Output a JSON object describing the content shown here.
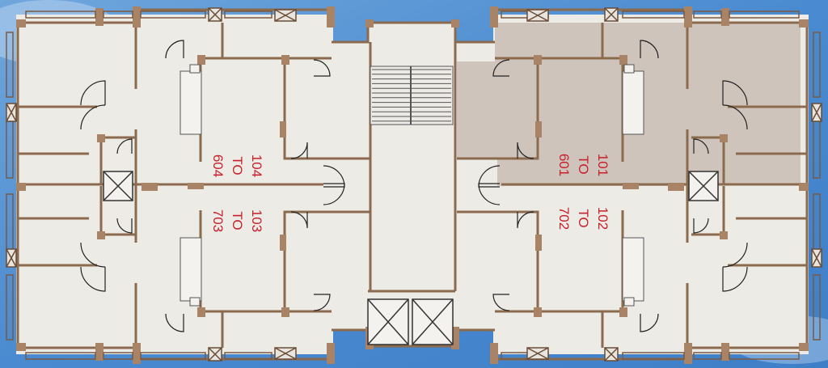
{
  "colors": {
    "sky": "#4f8fd0",
    "sky_light": "#a9c9ea",
    "floor": "#edebe6",
    "floor_highlight": "#cfc4bc",
    "wall": "#8b6a4e",
    "wall_fill": "#a98365",
    "label": "#c8202a"
  },
  "units": [
    {
      "id": "unit-104",
      "lines": [
        "104",
        "TO",
        "604"
      ]
    },
    {
      "id": "unit-103",
      "lines": [
        "103",
        "TO",
        "703"
      ]
    },
    {
      "id": "unit-101",
      "lines": [
        "101",
        "TO",
        "601"
      ]
    },
    {
      "id": "unit-102",
      "lines": [
        "102",
        "TO",
        "702"
      ]
    }
  ],
  "icons": [
    "staircase-icon",
    "lift-icon",
    "shaft-icon",
    "door-swing-icon",
    "window-icon"
  ]
}
